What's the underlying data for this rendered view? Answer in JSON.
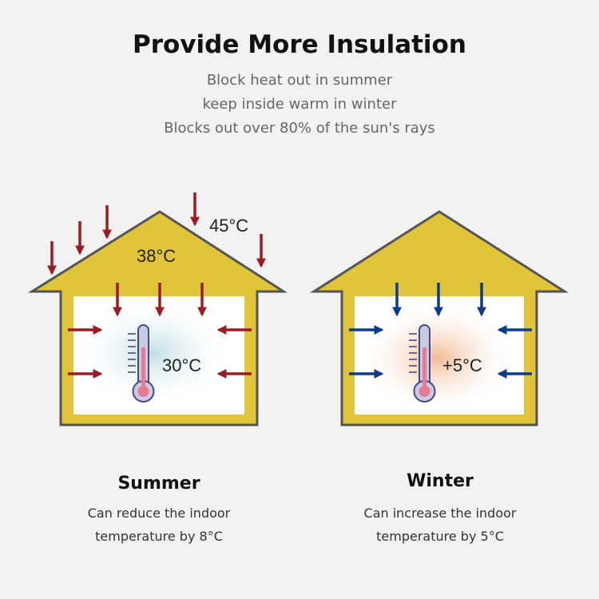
{
  "header": {
    "title": "Provide More Insulation",
    "lines": [
      "Block heat out in summer",
      "keep inside warm in winter",
      "Blocks out over 80% of the sun's rays"
    ]
  },
  "summer": {
    "outside_temp": "45°C",
    "attic_temp": "38°C",
    "indoor_temp": "30°C",
    "title": "Summer",
    "desc_line1": "Can reduce the indoor",
    "desc_line2": "temperature by 8°C"
  },
  "winter": {
    "indoor_temp": "+5°C",
    "title": "Winter",
    "desc_line1": "Can increase the indoor",
    "desc_line2": "temperature by 5°C"
  },
  "colors": {
    "house_fill": "#e0c43a",
    "house_outline": "#555555",
    "heat_arrow": "#9a1c22",
    "cold_arrow": "#0d3b8c",
    "summer_glow": "#bcdde4",
    "winter_glow": "#f0b690"
  },
  "icons": [
    "thermometer-icon",
    "heat-arrow-icon",
    "cold-arrow-icon",
    "house-icon"
  ]
}
